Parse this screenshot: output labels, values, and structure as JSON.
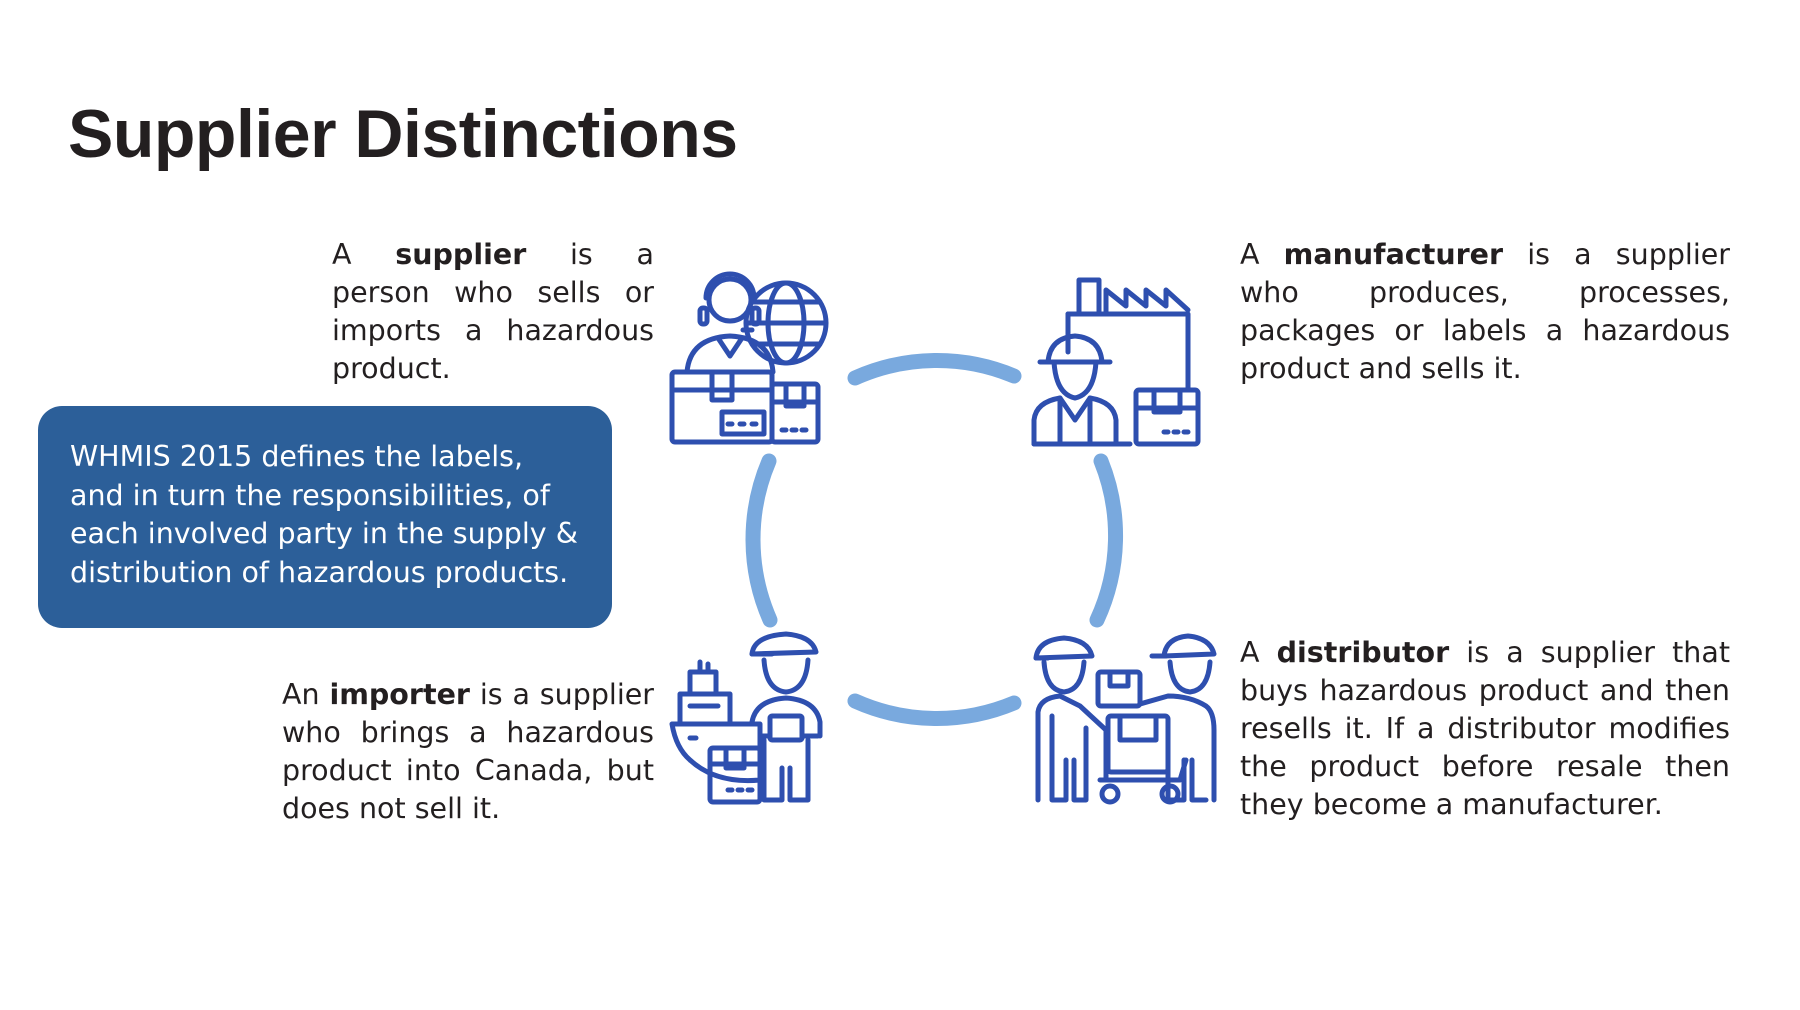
{
  "title": "Supplier Distinctions",
  "callout": {
    "text": "WHMIS 2015 defines the labels, and in turn the responsibilities, of each involved party in the supply & distribution of hazardous products."
  },
  "roles": [
    {
      "id": "supplier",
      "prefix": "A ",
      "term": "supplier",
      "text": " is a person who sells or imports a hazardous product.",
      "icon": "supplier-icon"
    },
    {
      "id": "manufacturer",
      "prefix": "A ",
      "term": "manufacturer",
      "text": " is a supplier who produces, processes, packages or labels a hazardous product and sells it.",
      "icon": "manufacturer-icon"
    },
    {
      "id": "importer",
      "prefix": "An ",
      "term": "importer",
      "text": " is a supplier who brings a hazardous product into Canada, but does not sell it.",
      "icon": "importer-icon"
    },
    {
      "id": "distributor",
      "prefix": "A ",
      "term": "distributor",
      "text": " is a supplier that buys hazardous product and then resells it. If a distributor modifies the product before resale then they become a manufacturer.",
      "icon": "distributor-icon"
    }
  ],
  "colors": {
    "icon_stroke": "#2e4faf",
    "cycle_arc": "#79a9de",
    "callout_bg": "#2c5f99",
    "callout_text": "#ffffff",
    "text": "#231f20"
  }
}
